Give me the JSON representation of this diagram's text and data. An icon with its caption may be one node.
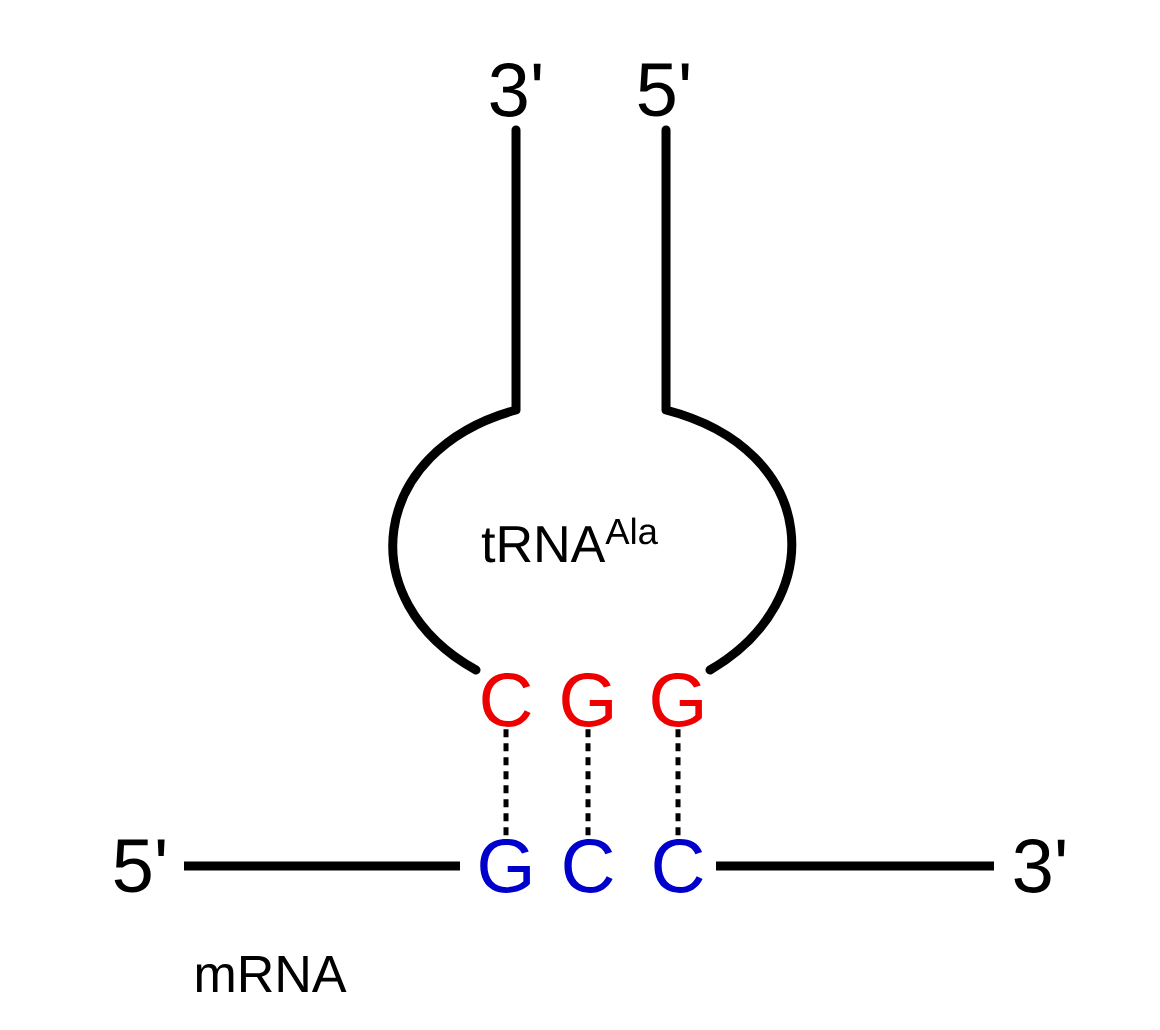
{
  "diagram": {
    "nodes": [
      {
        "text": [
          "C"
        ]
      },
      {
        "text": [
          "G"
        ]
      },
      {
        "text": [
          "G"
        ]
      },
      {
        "text": [
          "G"
        ]
      },
      {
        "text": [
          "C"
        ]
      },
      {
        "text": [
          "C"
        ]
      }
    ],
    "edges": [
      {
        "from": 0,
        "to": 3,
        "arrow": "none",
        "style": "dashed"
      },
      {
        "from": 1,
        "to": 4,
        "arrow": "none",
        "style": "dashed"
      },
      {
        "from": 2,
        "to": 5,
        "arrow": "none",
        "style": "dashed"
      }
    ],
    "labels": [
      "3'",
      "5'",
      "tRNA$^{Ala}$",
      "5'",
      "3'",
      "mRNA"
    ]
  }
}
